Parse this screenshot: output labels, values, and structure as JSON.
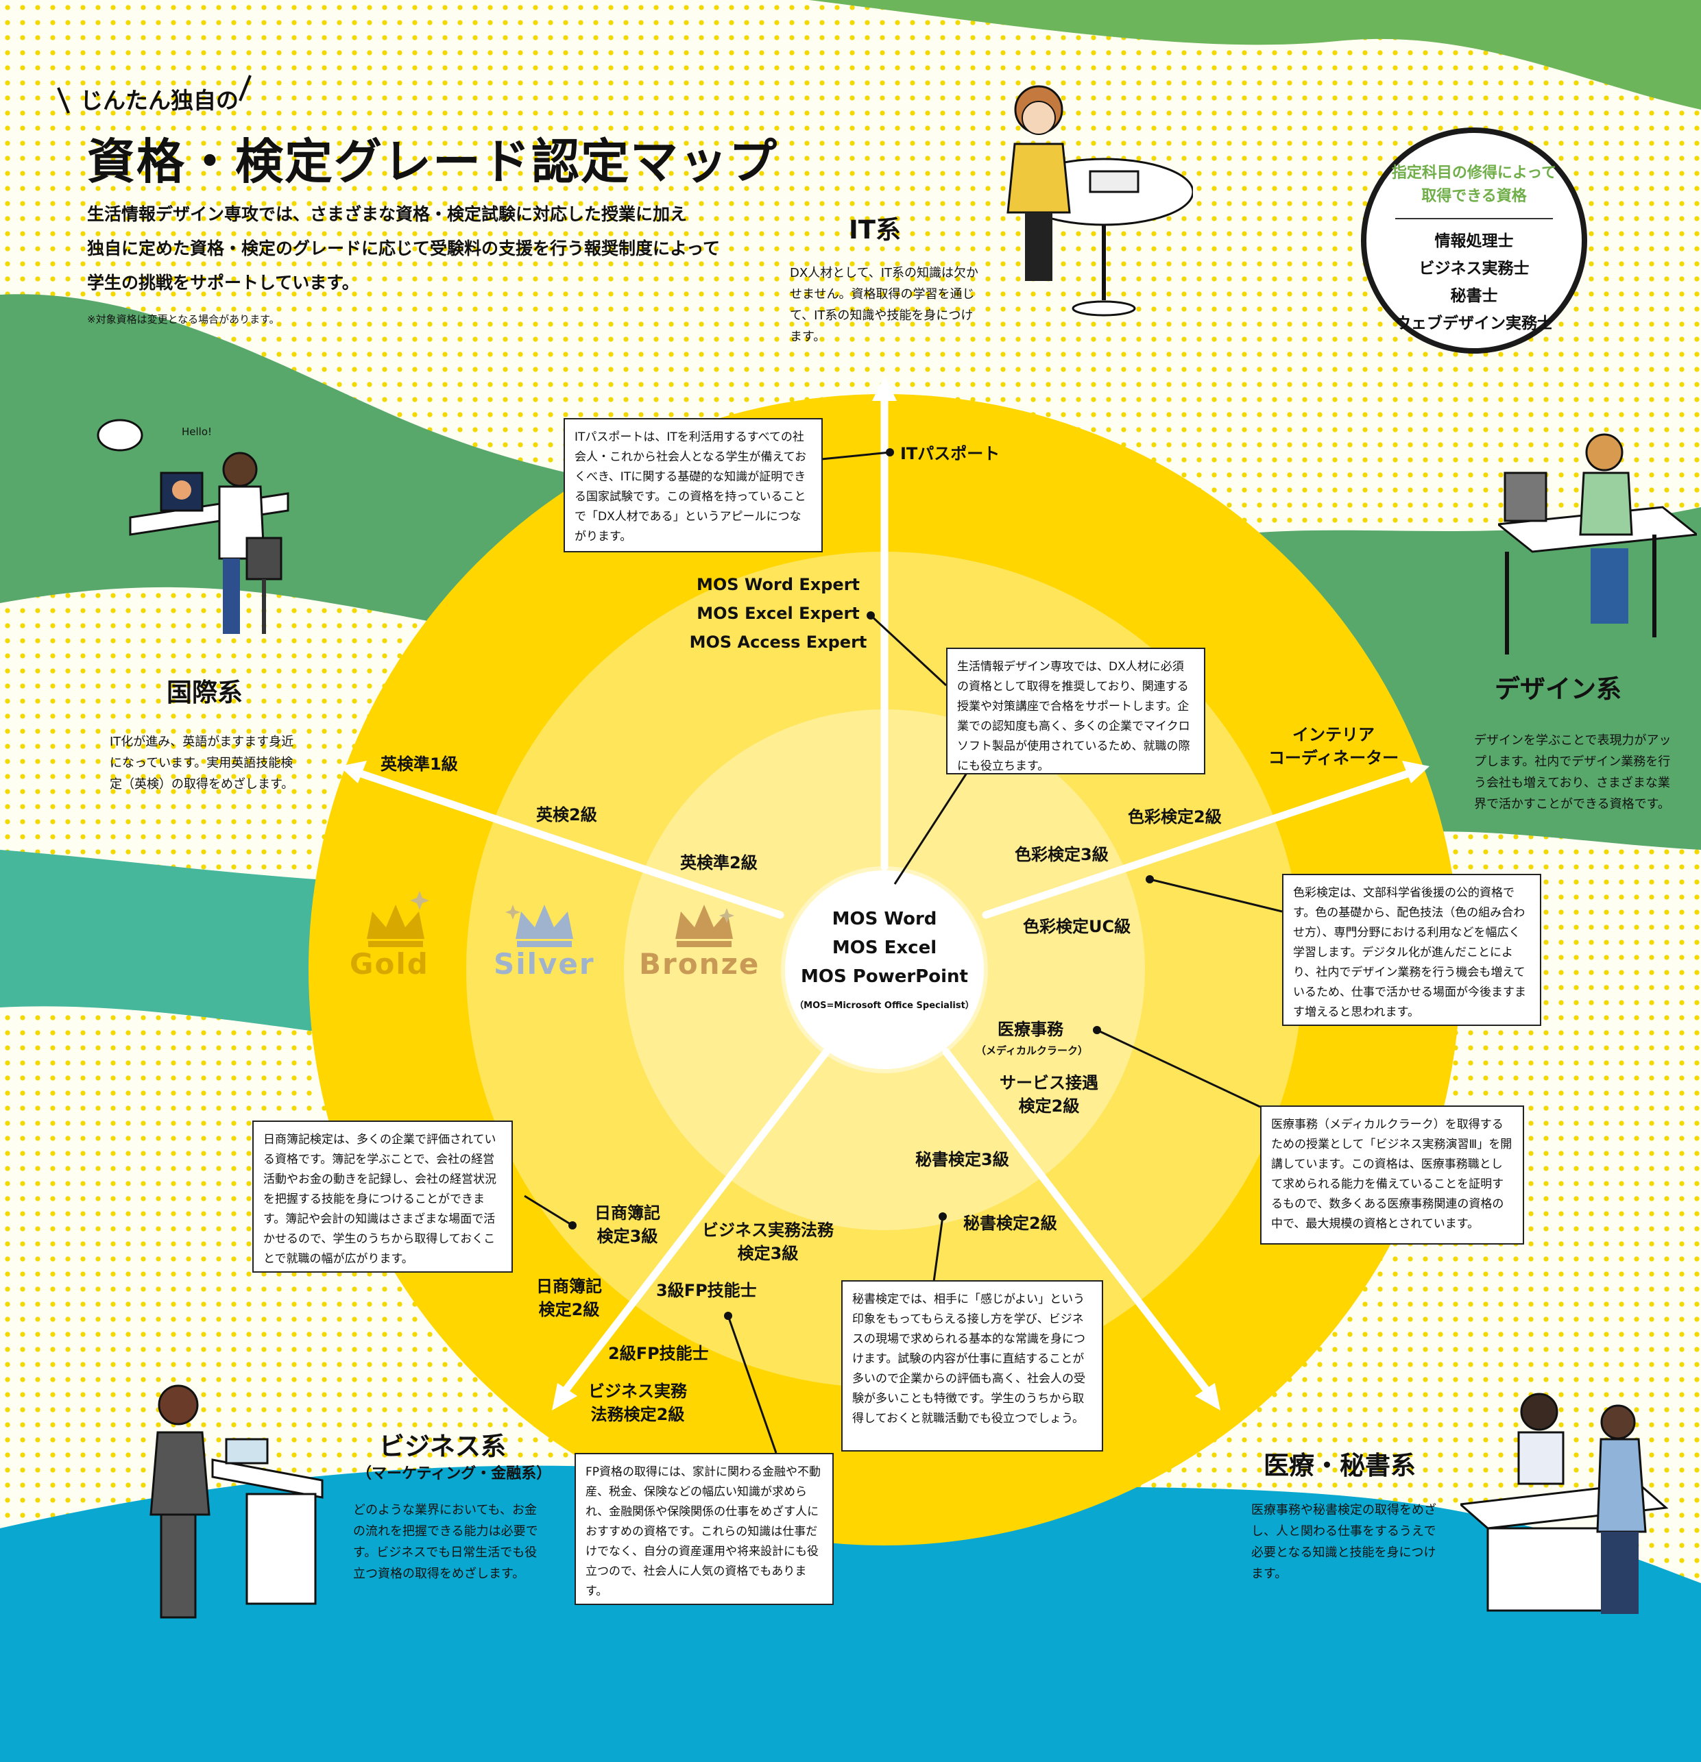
{
  "header": {
    "lead": "じんたん独自の",
    "title": "資格・検定グレード認定マップ",
    "intro_lines": [
      "生活情報デザイン専攻では、さまざまな資格・検定試験に対応した授業に加え",
      "独自に定めた資格・検定のグレードに応じて受験料の支援を行う報奨制度によって",
      "学生の挑戦をサポートしています。"
    ],
    "note": "※対象資格は変更となる場合があります。"
  },
  "badge": {
    "heading_lines": [
      "指定科目の修得によって",
      "取得できる資格"
    ],
    "items": [
      "情報処理士",
      "ビジネス実務士",
      "秘書士",
      "ウェブデザイン実務士"
    ]
  },
  "categories": {
    "it": {
      "title": "IT系",
      "desc": "DX人材として、IT系の知識は欠かせません。資格取得の学習を通じて、IT系の知識や技能を身につけます。"
    },
    "kokusai": {
      "title": "国際系",
      "desc": "IT化が進み、英語がますます身近になっています。実用英語技能検定（英検）の取得をめざします。"
    },
    "design": {
      "title": "デザイン系",
      "desc": "デザインを学ぶことで表現力がアップします。社内でデザイン業務を行う会社も増えており、さまざまな業界で活かすことができる資格です。"
    },
    "business": {
      "title": "ビジネス系",
      "subtitle": "（マーケティング・金融系）",
      "desc": "どのような業界においても、お金の流れを把握できる能力は必要です。ビジネスでも日常生活でも役立つ資格の取得をめざします。"
    },
    "iryo": {
      "title": "医療・秘書系",
      "desc": "医療事務や秘書検定の取得をめざし、人と関わる仕事をするうえで必要となる知識と技能を身につけます。"
    }
  },
  "ranks": {
    "gold": "Gold",
    "silver": "Silver",
    "bronze": "Bronze"
  },
  "center": {
    "lines": [
      "MOS Word",
      "MOS Excel",
      "MOS PowerPoint"
    ],
    "note": "（MOS=Microsoft Office Specialist）"
  },
  "labels": {
    "it_passport": "ITパスポート",
    "mos_expert": [
      "MOS Word Expert",
      "MOS Excel Expert",
      "MOS Access Expert"
    ],
    "eiken_jun1": "英検準1級",
    "eiken2": "英検2級",
    "eiken_jun2": "英検準2級",
    "interior": [
      "インテリア",
      "コーディネーター"
    ],
    "shikisai2": "色彩検定2級",
    "shikisai3": "色彩検定3級",
    "shikisai_uc": "色彩検定UC級",
    "iryo_jimu": "医療事務",
    "iryo_jimu_sub": "（メディカルクラーク）",
    "service": [
      "サービス接遇",
      "検定2級"
    ],
    "hisho3": "秘書検定3級",
    "hisho2": "秘書検定2級",
    "boki3": [
      "日商簿記",
      "検定3級"
    ],
    "boki2": [
      "日商簿記",
      "検定2級"
    ],
    "biz_houmu3": [
      "ビジネス実務法務",
      "検定3級"
    ],
    "fp3": "3級FP技能士",
    "fp2": "2級FP技能士",
    "biz_houmu2": [
      "ビジネス実務",
      "法務検定2級"
    ]
  },
  "boxes": {
    "it_passport": "ITパスポートは、ITを利活用するすべての社会人・これから社会人となる学生が備えておくべき、ITに関する基礎的な知識が証明できる国家試験です。この資格を持っていることで「DX人材である」というアピールにつながります。",
    "mos": "生活情報デザイン専攻では、DX人材に必須の資格として取得を推奨しており、関連する授業や対策講座で合格をサポートします。企業での認知度も高く、多くの企業でマイクロソフト製品が使用されているため、就職の際にも役立ちます。",
    "shikisai": "色彩検定は、文部科学省後援の公的資格です。色の基礎から、配色技法（色の組み合わせ方）、専門分野における利用などを幅広く学習します。デジタル化が進んだことにより、社内でデザイン業務を行う機会も増えているため、仕事で活かせる場面が今後ますます増えると思われます。",
    "iryo": "医療事務（メディカルクラーク）を取得するための授業として「ビジネス実務演習Ⅲ」を開講しています。この資格は、医療事務職として求められる能力を備えていることを証明するもので、数多くある医療事務関連の資格の中で、最大規模の資格とされています。",
    "boki": "日商簿記検定は、多くの企業で評価されている資格です。簿記を学ぶことで、会社の経営活動やお金の動きを記録し、会社の経営状況を把握する技能を身につけることができます。簿記や会計の知識はさまざまな場面で活かせるので、学生のうちから取得しておくことで就職の幅が広がります。",
    "hisho": "秘書検定では、相手に「感じがよい」という印象をもってもらえる接し方を学び、ビジネスの現場で求められる基本的な常識を身につけます。試験の内容が仕事に直結することが多いので企業からの評価も高く、社会人の受験が多いことも特徴です。学生のうちから取得しておくと就職活動でも役立つでしょう。",
    "fp": "FP資格の取得には、家計に関わる金融や不動産、税金、保険などの幅広い知識が求められ、金融関係や保険関係の仕事をめざす人におすすめの資格です。これらの知識は仕事だけでなく、自分の資産運用や将来設計にも役立つので、社会人に人気の資格でもあります。"
  },
  "speech": "Hello!",
  "colors": {
    "gold": "#ffd600",
    "silver": "#ffe55a",
    "bronze": "#ffee92",
    "center": "#fff6c2",
    "green_dark": "#5aa86e",
    "green_light": "#6db55a",
    "teal": "#45b89a",
    "blue": "#08a8d0"
  }
}
